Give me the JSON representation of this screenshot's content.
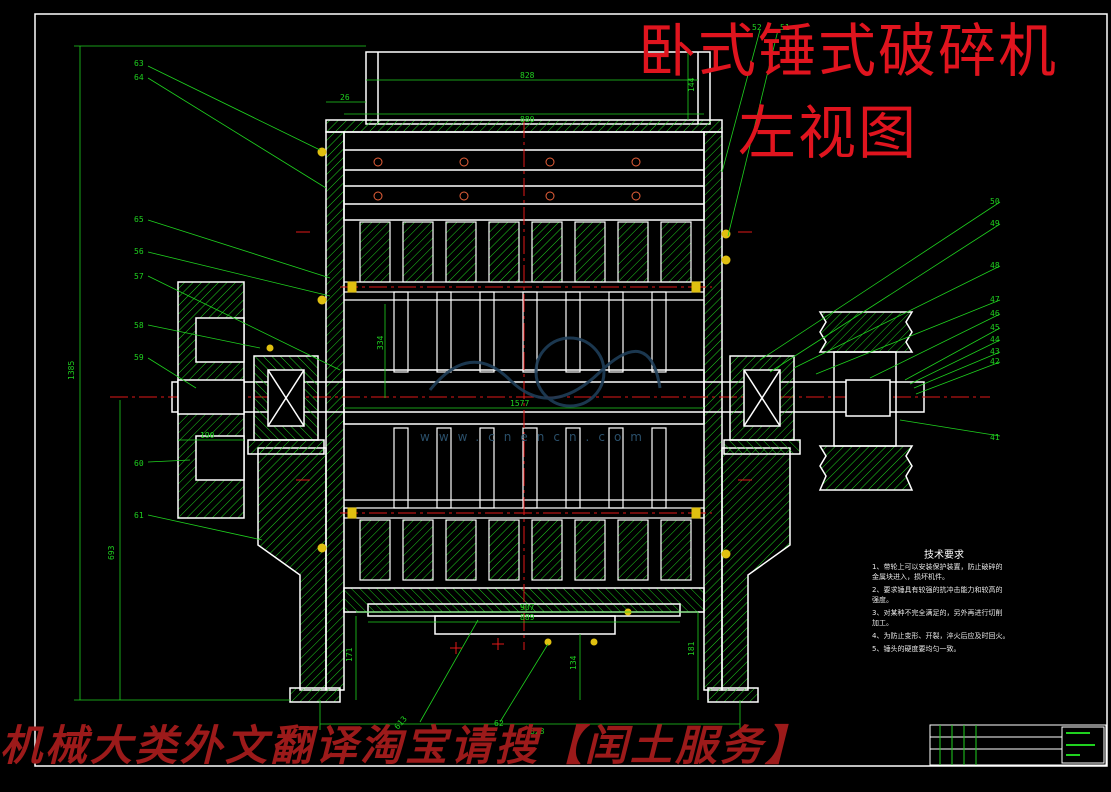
{
  "title_line1": "卧式锤式破碎机",
  "title_line2": "左视图",
  "tech_requirements": {
    "title": "技术要求",
    "items": [
      "1、带轮上可以安装保护装置，防止破碎的",
      "   金属块进入，损坏机件。",
      "2、要求锤具有较强的抗冲击能力和较高的",
      "   强度。",
      "3、对某种不完全满足的，另外再进行切削",
      "   加工。",
      "4、为防止变形、开裂，淬火后应及时回火。",
      "5、锤头的硬度要均匀一致。"
    ]
  },
  "watermark": "机械大类外文翻译淘宝请搜【闰土服务】",
  "watermark_url": "www.cnencn.com",
  "dimensions": {
    "d_top": "828",
    "d_top2": "880",
    "d_26": "26",
    "d_144": "144",
    "d_height": "1385",
    "d_left": "693",
    "d_shaft": "1577",
    "d_rotor": "334",
    "d_171": "171",
    "d_134": "134",
    "d_181": "181",
    "d_bottom": "828",
    "d_613": "613",
    "d_inner": "907",
    "d_inner2": "889",
    "d_190": "190"
  },
  "callouts_left": [
    "63",
    "64",
    "65",
    "56",
    "57",
    "58",
    "59",
    "60",
    "61"
  ],
  "callouts_right": [
    "52",
    "51",
    "50",
    "49",
    "48",
    "47",
    "46",
    "45",
    "44",
    "43",
    "42",
    "41"
  ],
  "callouts_bottom": [
    "62"
  ],
  "colors": {
    "background": "#000000",
    "outline": "#ffffff",
    "hatch": "#1fd11f",
    "leader": "#1fd11f",
    "centerline": "#e01818",
    "dimension": "#1fd11f",
    "title": "#e0141e",
    "bolt": "#e0c010"
  }
}
